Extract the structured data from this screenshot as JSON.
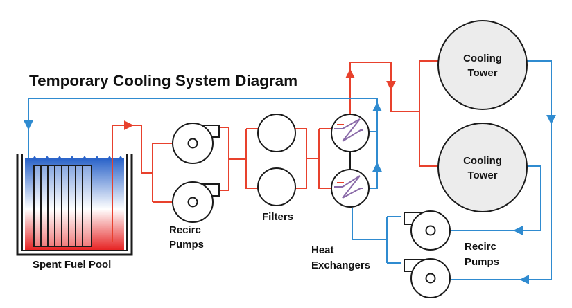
{
  "title": "Temporary Cooling System Diagram",
  "labels": {
    "pool": "Spent Fuel Pool",
    "recirc_left_1": "Recirc",
    "recirc_left_2": "Pumps",
    "filters": "Filters",
    "hx_1": "Heat",
    "hx_2": "Exchangers",
    "tower_top_1": "Cooling",
    "tower_top_2": "Tower",
    "tower_bottom_1": "Cooling",
    "tower_bottom_2": "Tower",
    "recirc_right_1": "Recirc",
    "recirc_right_2": "Pumps"
  },
  "colors": {
    "hot_line": "#e8412d",
    "cold_line": "#2f8bd0",
    "outline": "#1a1a1a",
    "tower_fill": "#ececec",
    "pool_hot": "#e62020",
    "pool_cold": "#2a63c9"
  }
}
